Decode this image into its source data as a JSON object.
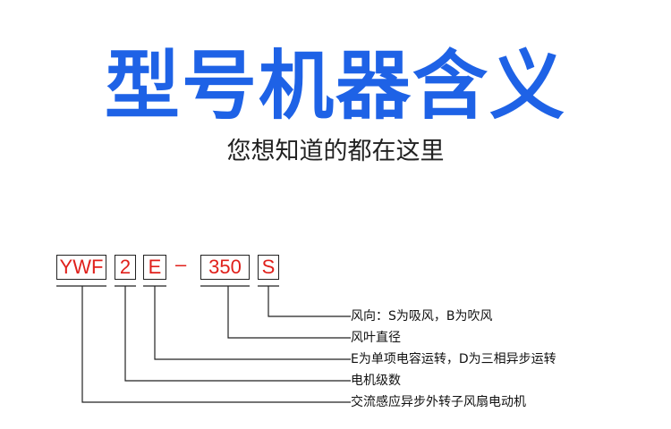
{
  "header": {
    "title": "型号机器含义",
    "subtitle": "您想知道的都在这里"
  },
  "code": {
    "parts": [
      "YWF",
      "2",
      "E",
      "350",
      "S"
    ],
    "separator": "–"
  },
  "descriptions": [
    "风向：S为吸风，B为吹风",
    "风叶直径",
    "E为单项电容运转，D为三相异步运转",
    "电机级数",
    "交流感应异步外转子风扇电动机"
  ],
  "colors": {
    "title": "#1e62e6",
    "code_text": "#e0201b"
  }
}
